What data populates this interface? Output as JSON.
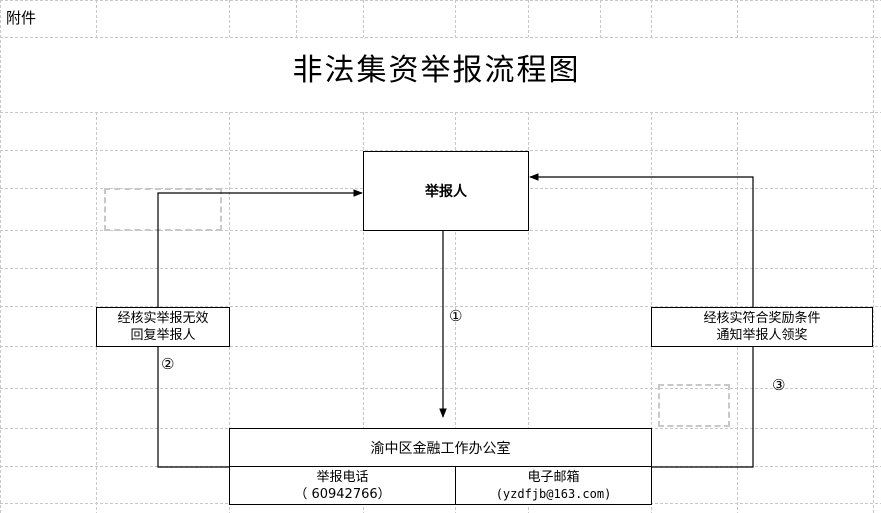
{
  "attachment_label": "附件",
  "title": "非法集资举报流程图",
  "reporter_label": "举报人",
  "invalid_box": {
    "line1": "经核实举报无效",
    "line2": "回复举报人"
  },
  "reward_box": {
    "line1": "经核实符合奖励条件",
    "line2": "通知举报人领奖"
  },
  "office_label": "渝中区金融工作办公室",
  "phone": {
    "label": "举报电话",
    "value": "（ 60942766）"
  },
  "email": {
    "label": "电子邮箱",
    "value": "(yzdfjb@163.com)"
  },
  "steps": {
    "one": "①",
    "two": "②",
    "three": "③"
  },
  "colors": {
    "grid": "#c8c8c8",
    "line": "#000000"
  }
}
